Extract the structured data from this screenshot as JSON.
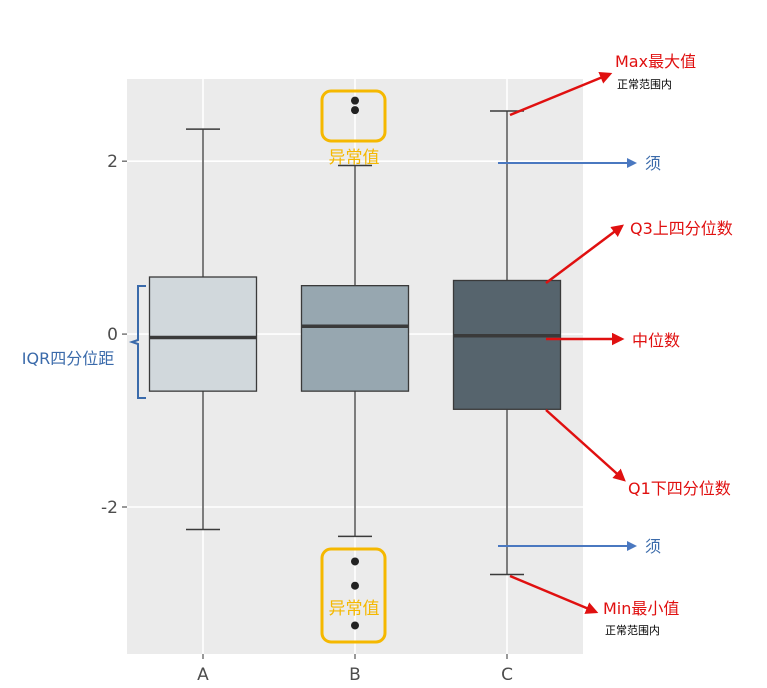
{
  "chart_data": {
    "type": "box",
    "categories": [
      "A",
      "B",
      "C"
    ],
    "y_ticks": [
      "2",
      "0",
      "-2"
    ],
    "ylim": [
      -3.7,
      2.95
    ],
    "grid": true,
    "boxes": [
      {
        "category": "A",
        "whisker_low": -2.26,
        "q1": -0.66,
        "median": -0.04,
        "q3": 0.66,
        "whisker_high": 2.37,
        "outliers": [],
        "fill": "#d1d8dc"
      },
      {
        "category": "B",
        "whisker_low": -2.34,
        "q1": -0.66,
        "median": 0.09,
        "q3": 0.56,
        "whisker_high": 1.95,
        "outliers": [
          2.7,
          2.59,
          -2.63,
          -2.91,
          -3.37
        ],
        "fill": "#97a7b0"
      },
      {
        "category": "C",
        "whisker_low": -2.78,
        "q1": -0.87,
        "median": -0.02,
        "q3": 0.62,
        "whisker_high": 2.58,
        "outliers": [],
        "fill": "#56646d"
      }
    ]
  },
  "annotations": {
    "outlier_label": "异常值",
    "iqr_label": "IQR四分位距",
    "max_label": "Max最大值",
    "max_sub": "正常范围内",
    "whisker_label": "须",
    "q3_label": "Q3上四分位数",
    "median_label": "中位数",
    "q1_label": "Q1下四分位数",
    "min_label": "Min最小值",
    "min_sub": "正常范围内"
  },
  "colors": {
    "panel": "#ebebeb",
    "grid": "#ffffff",
    "outlier_box": "#f5b800",
    "red_arrow": "#e01010",
    "blue_arrow": "#4a78c0",
    "blue_text": "#3a6aaa",
    "line": "#3a3a3a"
  }
}
